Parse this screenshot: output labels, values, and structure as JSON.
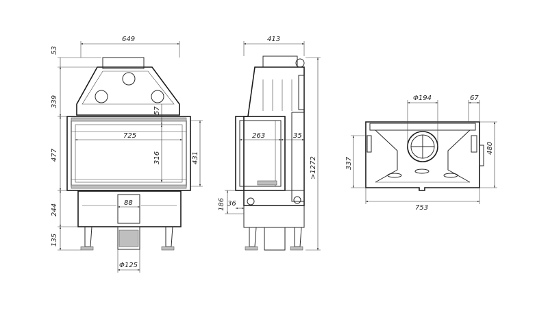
{
  "front_view": {
    "width_top": "649",
    "height_top_cap": "53",
    "height_hood": "339",
    "height_body": "477",
    "height_base": "244",
    "height_legs": "135",
    "opening_width": "725",
    "inner_offset": "57",
    "inner_height": "316",
    "door_height": "431",
    "outlet_width": "88",
    "flue_diameter": "Φ125"
  },
  "side_view": {
    "depth_top": "413",
    "total_height": ">1272",
    "chamber_depth": "263",
    "rear_gap": "35",
    "inlet_height": "186",
    "inlet_offset": "36"
  },
  "plan_view": {
    "collar_diameter": "Φ194",
    "collar_offset": "67",
    "overall_width": "753",
    "depth": "337",
    "max_depth": "480"
  }
}
